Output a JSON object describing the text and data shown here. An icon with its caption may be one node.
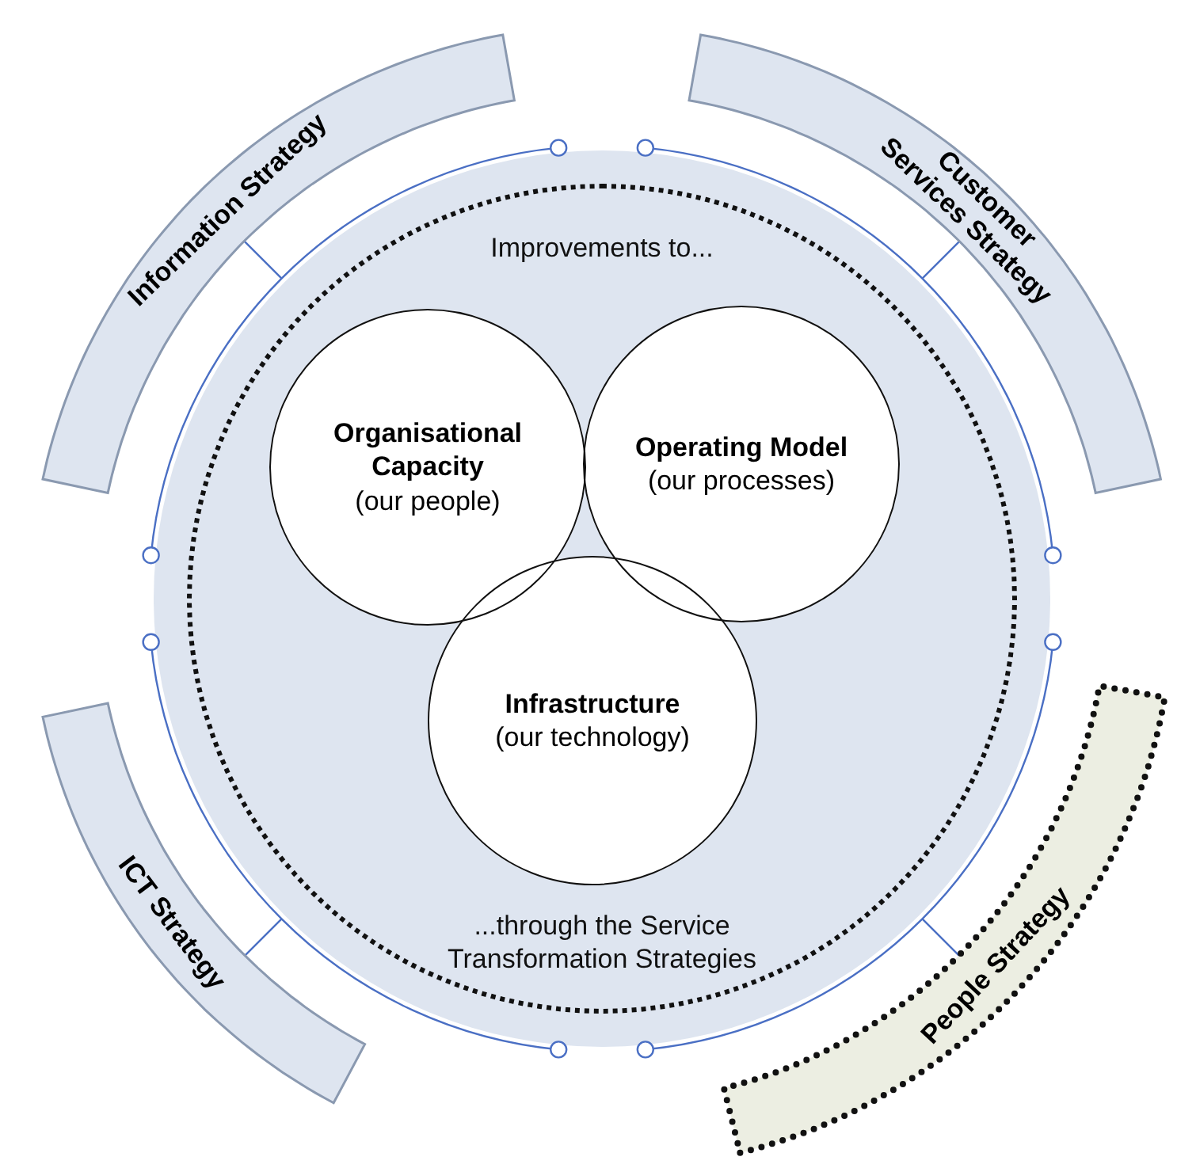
{
  "diagram": {
    "nodes": [
      {
        "text": [
          "Improvements to...",
          "...through the Service Transformation Strategies"
        ]
      },
      {
        "text": [
          "Organisational Capacity",
          "(our people)"
        ],
        "in": 0
      },
      {
        "text": [
          "Operating Model",
          "(our processes)"
        ],
        "in": 0
      },
      {
        "text": [
          "Infrastructure",
          "(our technology)"
        ],
        "in": 0
      },
      {
        "text": [
          "Information Strategy"
        ]
      },
      {
        "text": [
          "Customer Services Strategy"
        ]
      },
      {
        "text": [
          "ICT Strategy"
        ]
      },
      {
        "text": [
          "People Strategy"
        ]
      }
    ],
    "edges": []
  }
}
